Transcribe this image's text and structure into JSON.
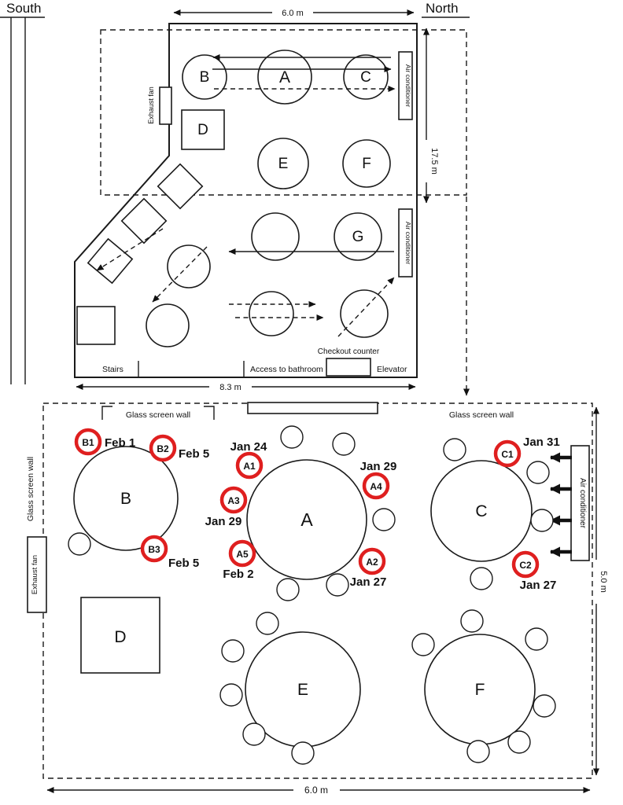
{
  "compass": {
    "south": "South",
    "north": "North"
  },
  "overview_plan": {
    "dim_width_top": "6.0 m",
    "dim_depth": "17.5 m",
    "dim_width_bottom": "8.3 m",
    "exhaust_fan": "Exhaust fan",
    "air_conditioner": "Air conditioner",
    "tables": {
      "a": "A",
      "b": "B",
      "c": "C",
      "d": "D",
      "e": "E",
      "f": "F",
      "g": "G"
    },
    "stairs": "Stairs",
    "bathroom": "Access to bathroom",
    "checkout_counter": "Checkout counter",
    "elevator": "Elevator"
  },
  "detail_plan": {
    "glass_screen_wall": "Glass screen wall",
    "exhaust_fan": "Exhaust fan",
    "air_conditioner": "Air conditioner",
    "dim_depth": "5.0 m",
    "dim_width": "6.0 m",
    "tables": {
      "a": "A",
      "b": "B",
      "c": "C",
      "d": "D",
      "e": "E",
      "f": "F"
    },
    "patients": [
      {
        "id": "A1",
        "date": "Jan 24",
        "index_case": true
      },
      {
        "id": "A2",
        "date": "Jan 27",
        "index_case": false
      },
      {
        "id": "A3",
        "date": "Jan 29",
        "index_case": false
      },
      {
        "id": "A4",
        "date": "Jan 29",
        "index_case": false
      },
      {
        "id": "A5",
        "date": "Feb 2",
        "index_case": false
      },
      {
        "id": "B1",
        "date": "Feb 1",
        "index_case": false
      },
      {
        "id": "B2",
        "date": "Feb 5",
        "index_case": false
      },
      {
        "id": "B3",
        "date": "Feb 5",
        "index_case": false
      },
      {
        "id": "C1",
        "date": "Jan 31",
        "index_case": false
      },
      {
        "id": "C2",
        "date": "Jan 27",
        "index_case": false
      }
    ],
    "colors": {
      "patient_ring": "#df1f1f",
      "index_case_fill": "#ffd400",
      "date_text": "#df1f1f",
      "line": "#1a1a1a"
    }
  }
}
